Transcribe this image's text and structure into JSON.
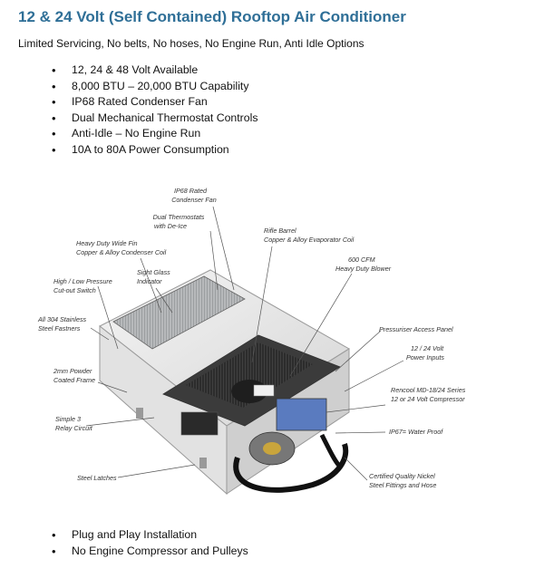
{
  "title": "12 & 24 Volt (Self Contained) Rooftop Air Conditioner",
  "subtitle": "Limited Servicing, No belts, No hoses, No Engine Run, Anti Idle Options",
  "features": [
    "12, 24 & 48 Volt Available",
    "8,000 BTU – 20,000 BTU Capability",
    "IP68 Rated Condenser Fan",
    "Dual Mechanical Thermostat Controls",
    "Anti-Idle – No Engine Run",
    "10A to 80A Power Consumption"
  ],
  "figure": {
    "callouts": {
      "ip68_fan": [
        "IP68 Rated",
        "Condenser Fan"
      ],
      "dual_thermostats": [
        "Dual Thermostats",
        "with De-Ice"
      ],
      "rifle_barrel": [
        "Rifle Barrel",
        "Copper & Alloy Evaporator Coil"
      ],
      "heavy_duty_fin": [
        "Heavy Duty Wide Fin",
        "Copper & Alloy Condenser Coil"
      ],
      "cfm_blower": [
        "600 CFM",
        "Heavy Duty Blower"
      ],
      "sight_glass": [
        "Sight Glass",
        "Indicator"
      ],
      "pressure_switch": [
        "High / Low Pressure",
        "Cut-out Switch"
      ],
      "stainless_fasteners": [
        "All 304 Stainless",
        "Steel Fastners"
      ],
      "pressuriser_panel": [
        "Pressuriser Access Panel"
      ],
      "power_inputs": [
        "12 / 24 Volt",
        "Power Inputs"
      ],
      "powder_coated": [
        "2mm Powder",
        "Coated Frame"
      ],
      "compressor": [
        "Rencool MD-18/24 Series",
        "12 or 24 Volt Compressor"
      ],
      "relay_circuit": [
        "Simple 3",
        "Relay Circuit"
      ],
      "ip67": [
        "IP67= Water Proof"
      ],
      "steel_latches": [
        "Steel Latches"
      ],
      "fittings": [
        "Certified Quality Nickel",
        "Steel Fittings and Hose"
      ]
    }
  },
  "bottom_features": [
    "Plug and Play Installation",
    "No Engine Compressor and Pulleys"
  ]
}
